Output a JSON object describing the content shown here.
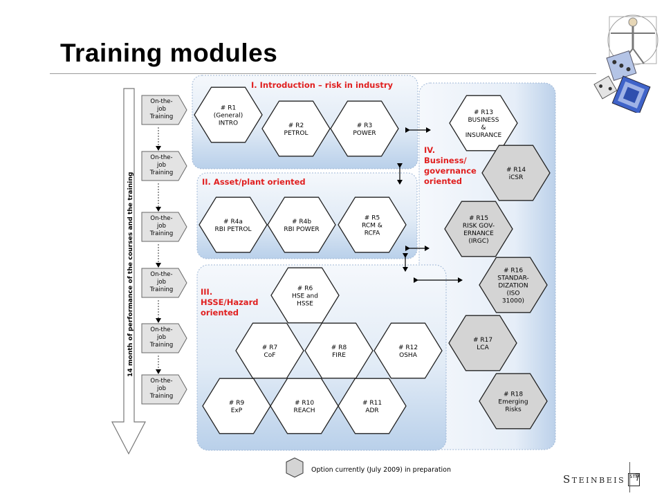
{
  "title": "Training modules",
  "timeline_label": "14 month of performance of the courses and the training",
  "training_label_lines": [
    "On-the-",
    "job",
    "Training"
  ],
  "groups": {
    "g1": "I. Introduction – risk in industry",
    "g2": "II. Asset/plant oriented",
    "g3": [
      "III.",
      "HSSE/Hazard",
      "oriented"
    ],
    "g4": [
      "IV.",
      "Business/",
      "governance",
      "oriented"
    ]
  },
  "modules": [
    {
      "id": "r1",
      "lines": [
        "# R1",
        "(General)",
        "INTRO"
      ],
      "prep": false
    },
    {
      "id": "r2",
      "lines": [
        "# R2",
        "PETROL"
      ],
      "prep": false
    },
    {
      "id": "r3",
      "lines": [
        "# R3",
        "POWER"
      ],
      "prep": false
    },
    {
      "id": "r4a",
      "lines": [
        "# R4a",
        "RBI PETROL"
      ],
      "prep": false
    },
    {
      "id": "r4b",
      "lines": [
        "# R4b",
        "RBI POWER"
      ],
      "prep": false
    },
    {
      "id": "r5",
      "lines": [
        "# R5",
        "RCM &",
        "RCFA"
      ],
      "prep": false
    },
    {
      "id": "r6",
      "lines": [
        "# R6",
        "HSE and",
        "HSSE"
      ],
      "prep": false
    },
    {
      "id": "r7",
      "lines": [
        "# R7",
        "CoF"
      ],
      "prep": false
    },
    {
      "id": "r8",
      "lines": [
        "# R8",
        "FIRE"
      ],
      "prep": false
    },
    {
      "id": "r12",
      "lines": [
        "# R12",
        "OSHA"
      ],
      "prep": false
    },
    {
      "id": "r9",
      "lines": [
        "# R9",
        "ExP"
      ],
      "prep": false
    },
    {
      "id": "r10",
      "lines": [
        "# R10",
        "REACH"
      ],
      "prep": false
    },
    {
      "id": "r11",
      "lines": [
        "# R11",
        "ADR"
      ],
      "prep": false
    },
    {
      "id": "r13",
      "lines": [
        "# R13",
        "BUSINESS",
        "&",
        "INSURANCE"
      ],
      "prep": false
    },
    {
      "id": "r14",
      "lines": [
        "# R14",
        "iCSR"
      ],
      "prep": true
    },
    {
      "id": "r15",
      "lines": [
        "# R15",
        "RISK GOV-",
        "ERNANCE",
        "(IRGC)"
      ],
      "prep": true
    },
    {
      "id": "r16",
      "lines": [
        "# R16",
        "STANDAR-",
        "DIZATION",
        "(ISO",
        "31000)"
      ],
      "prep": true
    },
    {
      "id": "r17",
      "lines": [
        "# R17",
        "LCA"
      ],
      "prep": true
    },
    {
      "id": "r18",
      "lines": [
        "# R18",
        "Emerging",
        "Risks"
      ],
      "prep": true
    }
  ],
  "legend": "Option currently (July 2009) in preparation",
  "footer": {
    "brand": "Steinbeis",
    "mark": "STW",
    "page": "7"
  },
  "colors": {
    "group_title": "#e02020",
    "hex_white": "#ffffff",
    "hex_gray": "#d4d4d4",
    "panel": "#c6d8ee"
  }
}
